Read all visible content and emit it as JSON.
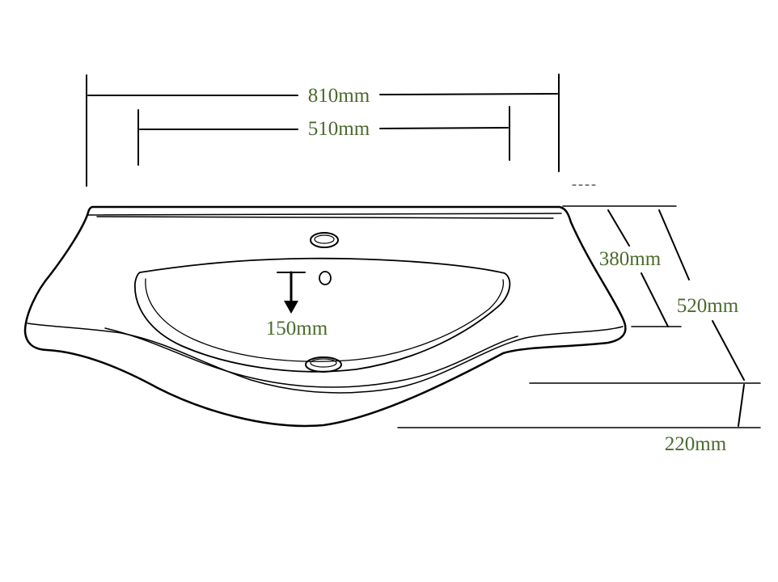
{
  "colors": {
    "dimension_text": "#4a6b2c",
    "line": "#000000",
    "background": "#ffffff"
  },
  "dimensions": {
    "overall_width": "810mm",
    "bowl_width": "510mm",
    "bowl_depth": "150mm",
    "bowl_length": "380mm",
    "overall_depth": "520mm",
    "front_height": "220mm"
  },
  "icons": {
    "drain_arrow": "arrow-down-icon"
  }
}
